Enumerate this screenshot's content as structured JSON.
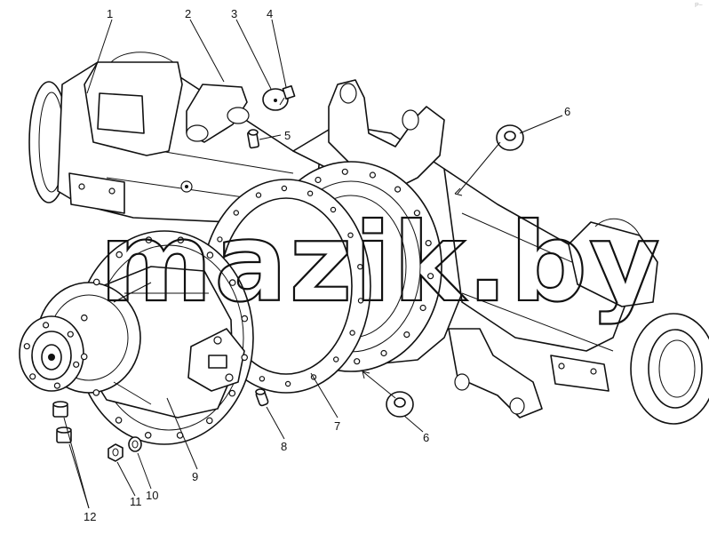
{
  "diagram": {
    "callouts": [
      {
        "id": "c1",
        "label": "1"
      },
      {
        "id": "c2",
        "label": "2"
      },
      {
        "id": "c3",
        "label": "3"
      },
      {
        "id": "c4",
        "label": "4"
      },
      {
        "id": "c5",
        "label": "5"
      },
      {
        "id": "c6a",
        "label": "6"
      },
      {
        "id": "c6b",
        "label": "6"
      },
      {
        "id": "c7",
        "label": "7"
      },
      {
        "id": "c8",
        "label": "8"
      },
      {
        "id": "c9",
        "label": "9"
      },
      {
        "id": "c10",
        "label": "10"
      },
      {
        "id": "c11",
        "label": "11"
      },
      {
        "id": "c12",
        "label": "12"
      }
    ],
    "watermark": "mazik.by",
    "corner_mark": "P~"
  }
}
